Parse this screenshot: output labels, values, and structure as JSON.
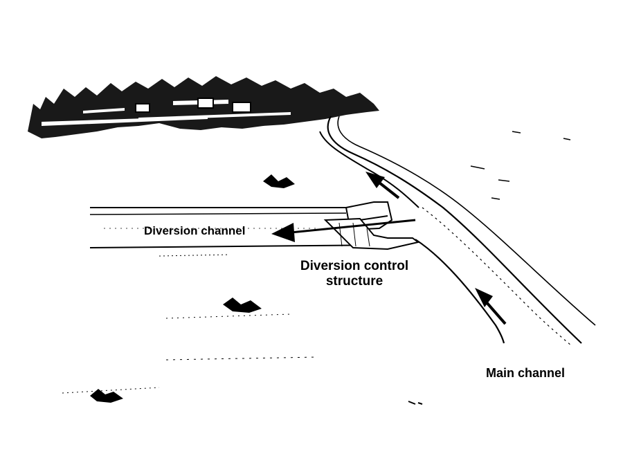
{
  "labels": {
    "diversion_channel": "Diversion channel",
    "diversion_control_structure": "Diversion control structure",
    "main_channel": "Main channel"
  },
  "colors": {
    "ink": "#000000",
    "background": "#ffffff"
  }
}
